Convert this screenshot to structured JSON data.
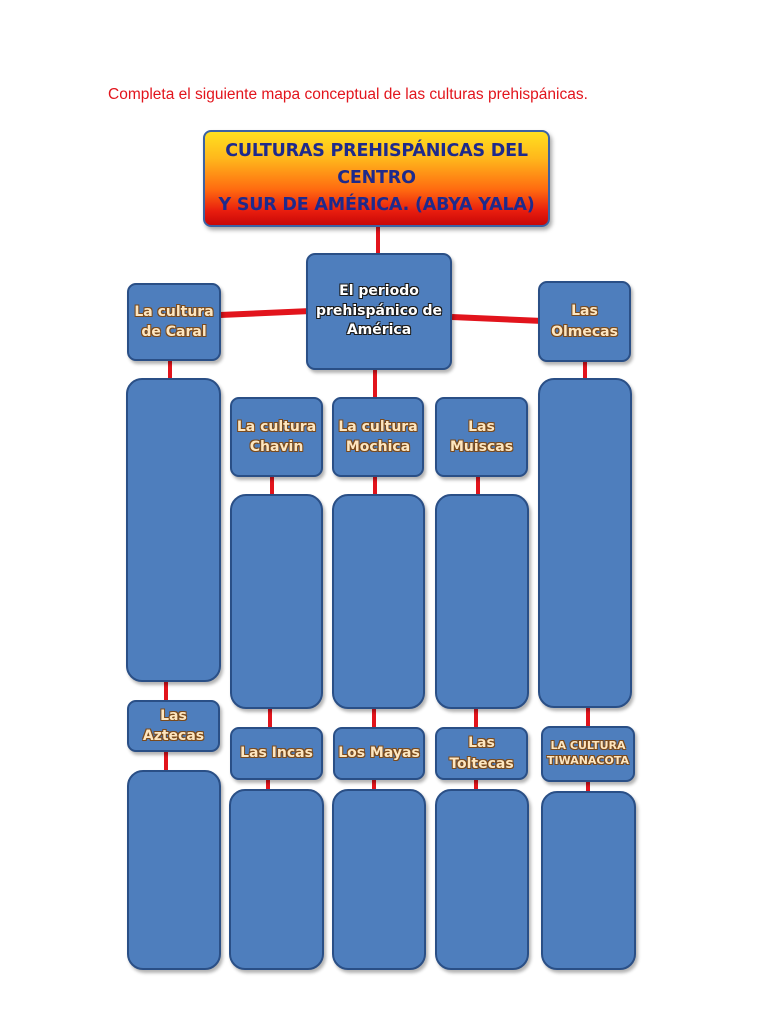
{
  "instruction": "Completa el siguiente mapa conceptual de las culturas prehispánicas.",
  "title": {
    "line1": "CULTURAS PREHISPÁNICAS  DEL CENTRO",
    "line2": "Y SUR DE AMÉRICA. (ABYA YALA)"
  },
  "center": {
    "line1": "El periodo",
    "line2": "prehispánico de",
    "line3": "América"
  },
  "caral": {
    "line1": "La cultura",
    "line2": "de Caral"
  },
  "olmecas": {
    "line1": "Las Olmecas"
  },
  "chavin": {
    "line1": "La cultura",
    "line2": "Chavin"
  },
  "mochica": {
    "line1": "La cultura",
    "line2": "Mochica"
  },
  "muiscas": {
    "line1": "Las Muiscas"
  },
  "aztecas": {
    "line1": "Las Aztecas"
  },
  "incas": {
    "line1": "Las Incas"
  },
  "mayas": {
    "line1": "Los  Mayas"
  },
  "toltecas": {
    "line1": "Las Toltecas"
  },
  "tiwanacota": {
    "line1": "LA CULTURA",
    "line2": "TIWANACOTA"
  },
  "colors": {
    "node_fill": "#4e7ebd",
    "connector": "#e2141c",
    "instruction_text": "#e2141c",
    "title_text": "#1e2a8c"
  }
}
